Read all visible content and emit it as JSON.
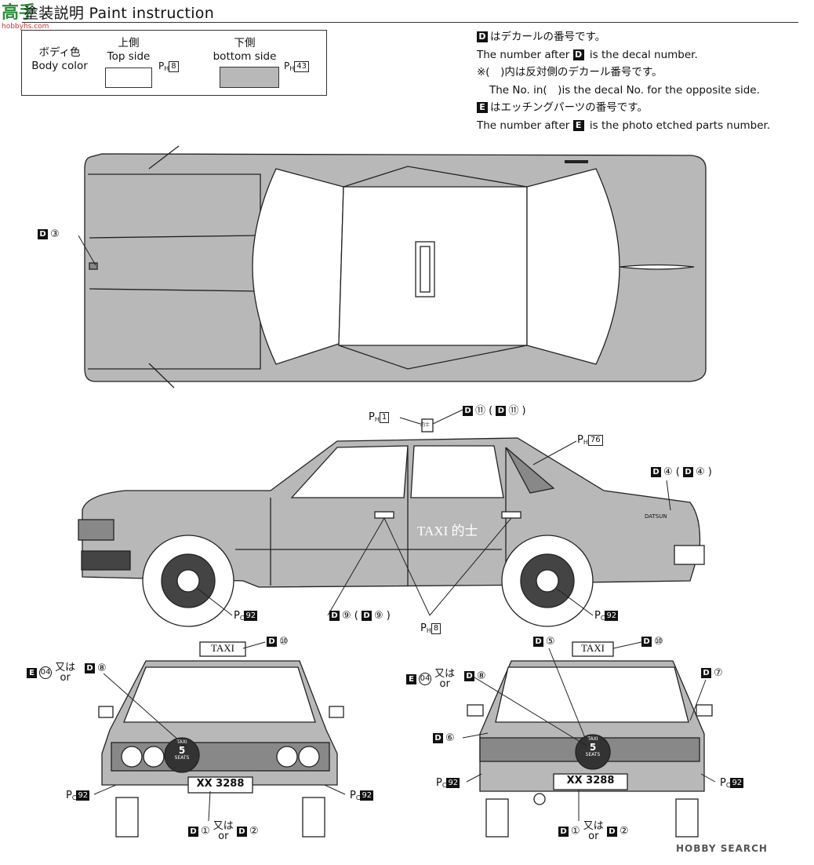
{
  "title": "塗装説明 Paint instruction",
  "site_watermark": {
    "chars": "高手",
    "site": "hobbyhs.com"
  },
  "legend": {
    "body_color_ja": "ボディ色",
    "body_color_en": "Body color",
    "top_ja": "上側",
    "top_en": "Top side",
    "top_code_prefix": "P",
    "top_code_sub": "H",
    "top_code_num": "8",
    "bottom_ja": "下側",
    "bottom_en": "bottom side",
    "bottom_code_prefix": "P",
    "bottom_code_sub": "H",
    "bottom_code_num": "43",
    "top_color": "#ffffff",
    "bottom_color": "#b8b8b8"
  },
  "notes": {
    "l1_key": "D",
    "l1": "はデカールの番号です。",
    "l2a": "The number after ",
    "l2_key": "D",
    "l2b": " is the decal number.",
    "l3": "※(　)内は反対側のデカール番号です。",
    "l4": "The No. in(　)is the decal No. for the opposite side.",
    "l5_key": "E",
    "l5": "はエッチングパーツの番号です。",
    "l6a": "The number after ",
    "l6_key": "E",
    "l6b": " is the photo etched parts number."
  },
  "labels": {
    "top_view_d3": {
      "key": "D",
      "num": "③"
    },
    "roof_ph1": {
      "p": "P",
      "sub": "H",
      "num": "1"
    },
    "roof_d11": {
      "key": "D",
      "num": "⑪",
      "paren_key": "D",
      "paren_num": "⑪"
    },
    "window_ph76": {
      "p": "P",
      "sub": "H",
      "num": "76"
    },
    "trunk_d4": {
      "key": "D",
      "num": "④",
      "paren_key": "D",
      "paren_num": "④"
    },
    "side_text": "TAXI 的士",
    "side_logo": "DATSUN",
    "door_d9": {
      "key": "D",
      "num": "⑨",
      "paren_key": "D",
      "paren_num": "⑨"
    },
    "door_ph8": {
      "p": "P",
      "sub": "H",
      "num": "8"
    },
    "wheel_front_pc92": {
      "p": "P",
      "sub": "C",
      "num": "92"
    },
    "wheel_rear_pc92": {
      "p": "P",
      "sub": "C",
      "num": "92"
    },
    "front_d10": {
      "key": "D",
      "num": "⑩"
    },
    "front_e04": {
      "key": "E",
      "num": "04",
      "or_ja": "又は",
      "or_en": "or"
    },
    "front_d8": {
      "key": "D",
      "num": "⑧"
    },
    "front_left_pc92": {
      "p": "P",
      "sub": "C",
      "num": "92"
    },
    "front_right_pc92": {
      "p": "P",
      "sub": "C",
      "num": "92"
    },
    "front_d1": {
      "key": "D",
      "num": "①",
      "or_ja": "又は",
      "or_en": "or",
      "key2": "D",
      "num2": "②"
    },
    "rear_d5": {
      "key": "D",
      "num": "⑤"
    },
    "rear_d10": {
      "key": "D",
      "num": "⑩"
    },
    "rear_e04": {
      "key": "E",
      "num": "04",
      "or_ja": "又は",
      "or_en": "or"
    },
    "rear_d8": {
      "key": "D",
      "num": "⑧"
    },
    "rear_d7": {
      "key": "D",
      "num": "⑦"
    },
    "rear_d6": {
      "key": "D",
      "num": "⑥"
    },
    "rear_left_pc92": {
      "p": "P",
      "sub": "C",
      "num": "92"
    },
    "rear_right_pc92": {
      "p": "P",
      "sub": "C",
      "num": "92"
    },
    "rear_d1": {
      "key": "D",
      "num": "①",
      "or_ja": "又は",
      "or_en": "or",
      "key2": "D",
      "num2": "②"
    }
  },
  "car_text": {
    "roof_sign_front": "TAXI",
    "roof_sign_rear": "TAXI",
    "plate_front": "XX 3288",
    "plate_rear": "XX 3288",
    "badge_top": "TAXI",
    "badge_num": "5",
    "badge_bottom": "SEATS",
    "top_roof_sign_small": "的士"
  },
  "footer": "HOBBY SEARCH",
  "colors": {
    "body_gray": "#b8b8b8",
    "line": "#222222",
    "glass": "#ffffff"
  }
}
